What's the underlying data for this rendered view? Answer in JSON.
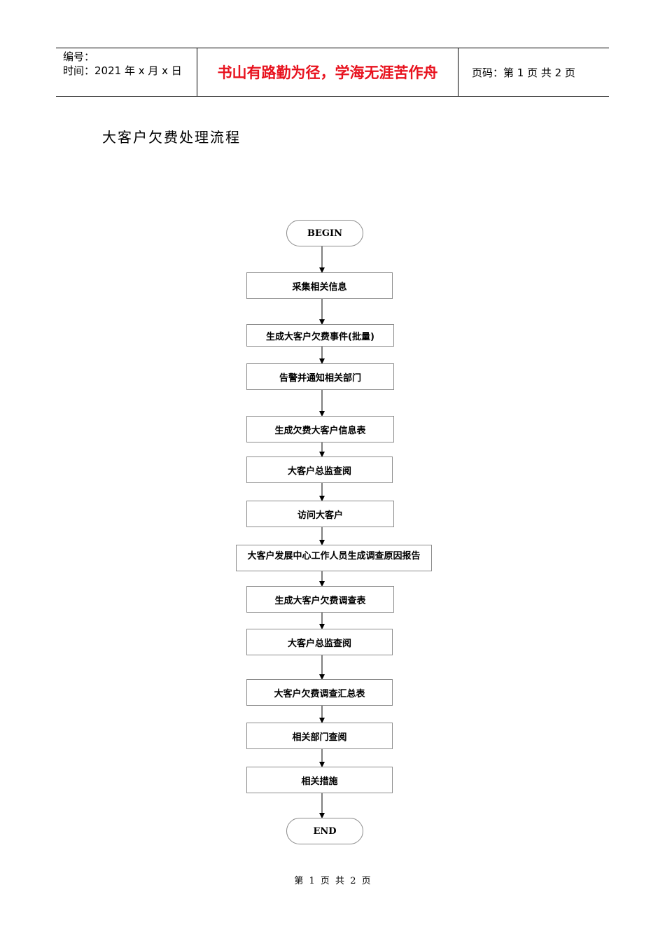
{
  "header": {
    "number_label": "编号：",
    "time_label": "时间：2021 年 x 月 x 日",
    "slogan": "书山有路勤为径，学海无涯苦作舟",
    "page_label": "页码：第 1 页  共 2 页"
  },
  "document": {
    "title": "大客户欠费处理流程"
  },
  "flowchart": {
    "begin": "BEGIN",
    "steps": [
      "采集相关信息",
      "生成大客户欠费事件(批量)",
      "告警并通知相关部门",
      "生成欠费大客户信息表",
      "大客户总监查阅",
      "访问大客户",
      "大客户发展中心工作人员生成调查原因报告",
      "生成大客户欠费调查表",
      "大客户总监查阅",
      "大客户欠费调查汇总表",
      "相关部门查阅",
      "相关措施"
    ],
    "end": "END"
  },
  "footer": {
    "page_text": "第 1 页 共 2 页"
  }
}
